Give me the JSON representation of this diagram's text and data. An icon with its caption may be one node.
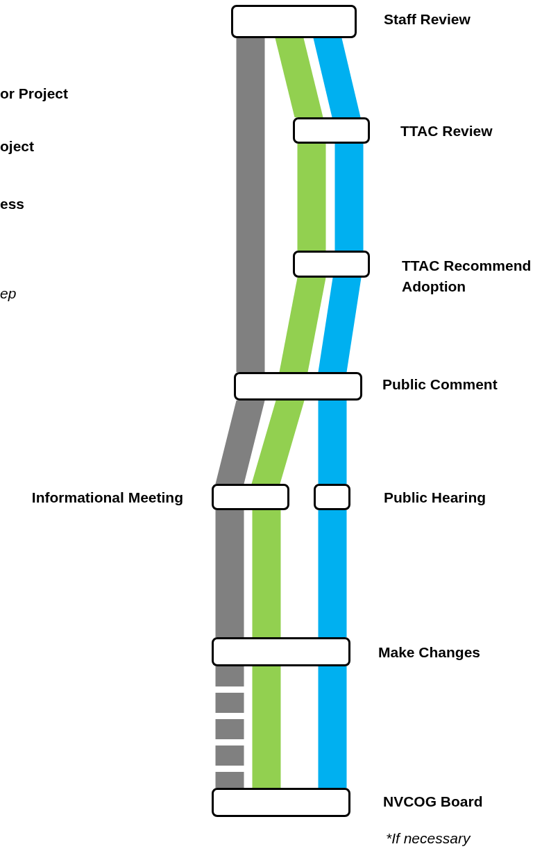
{
  "diagram": {
    "nodes": [
      {
        "text": [],
        "shape": "box",
        "beside": [
          "Staff Review"
        ]
      },
      {
        "text": [],
        "shape": "box",
        "beside": [
          "TTAC Review"
        ]
      },
      {
        "text": [],
        "shape": "box",
        "beside": [
          "TTAC Recommend Adoption"
        ]
      },
      {
        "text": [],
        "shape": "box",
        "beside": [
          "Public Comment"
        ]
      },
      {
        "text": [],
        "shape": "box",
        "beside": [
          "Informational Meeting"
        ]
      },
      {
        "text": [],
        "shape": "box",
        "beside": [
          "Public Hearing"
        ]
      },
      {
        "text": [],
        "shape": "box",
        "beside": [
          "Make Changes"
        ]
      },
      {
        "text": [],
        "shape": "box",
        "beside": [
          "NVCOG Board"
        ]
      }
    ],
    "edges": [
      {
        "from": 0,
        "to": 3,
        "arrow": "none",
        "color": "#808080"
      },
      {
        "from": 3,
        "to": 4,
        "arrow": "none",
        "color": "#808080"
      },
      {
        "from": 4,
        "to": 6,
        "arrow": "none",
        "color": "#808080"
      },
      {
        "from": 6,
        "to": 7,
        "arrow": "none",
        "color": "#808080",
        "style": "dashed"
      },
      {
        "from": 0,
        "to": 1,
        "arrow": "none",
        "color": "#92d050"
      },
      {
        "from": 1,
        "to": 2,
        "arrow": "none",
        "color": "#92d050"
      },
      {
        "from": 2,
        "to": 3,
        "arrow": "none",
        "color": "#92d050"
      },
      {
        "from": 3,
        "to": 4,
        "arrow": "none",
        "color": "#92d050"
      },
      {
        "from": 4,
        "to": 6,
        "arrow": "none",
        "color": "#92d050"
      },
      {
        "from": 6,
        "to": 7,
        "arrow": "none",
        "color": "#92d050"
      },
      {
        "from": 0,
        "to": 1,
        "arrow": "none",
        "color": "#00b0f0"
      },
      {
        "from": 1,
        "to": 2,
        "arrow": "none",
        "color": "#00b0f0"
      },
      {
        "from": 2,
        "to": 3,
        "arrow": "none",
        "color": "#00b0f0"
      },
      {
        "from": 3,
        "to": 5,
        "arrow": "none",
        "color": "#00b0f0"
      },
      {
        "from": 5,
        "to": 6,
        "arrow": "none",
        "color": "#00b0f0"
      },
      {
        "from": 6,
        "to": 7,
        "arrow": "none",
        "color": "#00b0f0"
      }
    ],
    "labels": [
      "or Project",
      "oject",
      "ess",
      "ep",
      "*If necessary"
    ]
  }
}
